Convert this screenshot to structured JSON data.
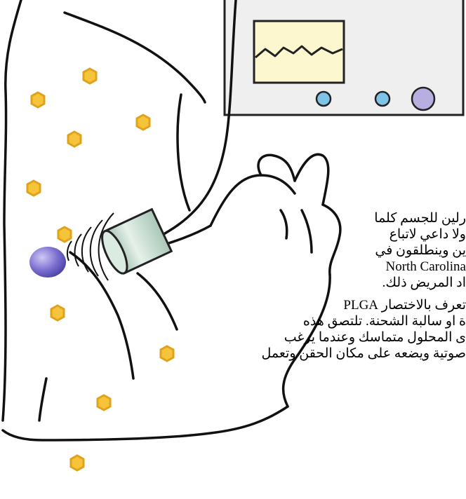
{
  "article": {
    "paragraph_1": [
      "رلين للجسم كلما",
      "ولا داعي لاتباع",
      "ين وينطلقون في",
      "North Carolina",
      "اد المريض ذلك."
    ],
    "paragraph_2": [
      "تعرف بالاختصار PLGA",
      "ة او سالبة الشحنة. تلتصق هذه",
      "ى المحلول متماسك وعندما يرغب",
      "صوتية ويضعه على مكان الحقن وتعمل"
    ]
  },
  "colors": {
    "monitor_screen": "#fdf7cf",
    "monitor_button_blue": "#7fc3e8",
    "monitor_button_purple": "#b9aee0",
    "nanoparticle_fill": "#f6c43a",
    "nanoparticle_stroke": "#e0a21a",
    "injection_site": "#7b6fd0",
    "transducer": "#c8ddd2"
  }
}
